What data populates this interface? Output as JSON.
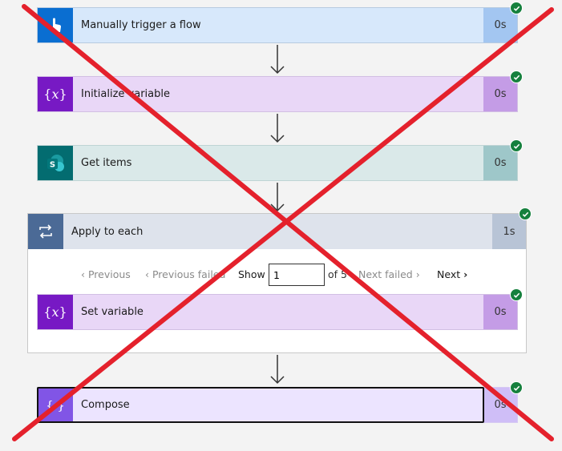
{
  "steps": [
    {
      "label": "Manually trigger a flow",
      "duration": "0s",
      "icon": "hand-touch-icon"
    },
    {
      "label": "Initialize variable",
      "duration": "0s",
      "icon": "variable-icon"
    },
    {
      "label": "Get items",
      "duration": "0s",
      "icon": "sharepoint-icon"
    },
    {
      "label": "Set variable",
      "duration": "0s",
      "icon": "variable-icon"
    },
    {
      "label": "Compose",
      "duration": "0s",
      "icon": "compose-icon"
    }
  ],
  "loop": {
    "label": "Apply to each",
    "duration": "1s",
    "icon": "loop-icon",
    "pager": {
      "previous": "Previous",
      "previous_failed": "Previous failed",
      "show": "Show",
      "value": "1",
      "of": "of 5",
      "next_failed": "Next failed",
      "next": "Next"
    }
  },
  "colors": {
    "trigger_bg": "#d7e8fb",
    "trigger_icon": "#0a6ed1",
    "trigger_dur": "#a3c6f1",
    "variable_bg": "#e9d7f7",
    "variable_icon": "#7719c4",
    "variable_dur": "#c49ce6",
    "sharepoint_bg": "#dae9e9",
    "sharepoint_icon": "#036c70",
    "sharepoint_dur": "#9ec7c9",
    "loop_bg": "#dee3ec",
    "loop_icon": "#4b6a96",
    "loop_dur": "#b8c4d6",
    "compose_bg": "#ece4ff",
    "compose_icon": "#8155e6",
    "compose_dur": "#cfbef7",
    "success": "#15803d",
    "cross": "#e4212c"
  }
}
